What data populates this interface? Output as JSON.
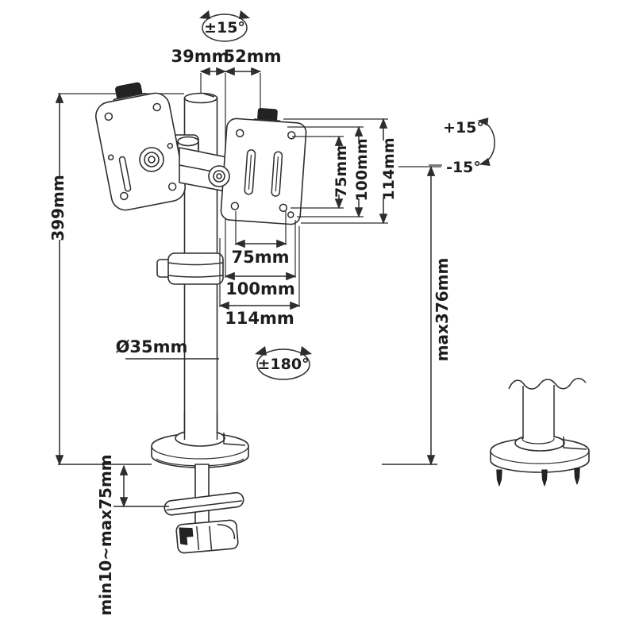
{
  "drawing_title": "desk-monitor-arm-technical-drawing",
  "labels": {
    "top_rotation": "±15°",
    "dim_39": "39mm",
    "dim_52": "52mm",
    "overall_height": "399mm",
    "vesa_vertical_75": "75mm",
    "vesa_vertical_100": "100mm",
    "vesa_vertical_114": "114mm",
    "vesa_horizontal_75": "75mm",
    "vesa_horizontal_100": "100mm",
    "vesa_horizontal_114": "114mm",
    "pole_diameter": "Ø35mm",
    "pole_rotation": "±180°",
    "tilt_up": "+15°",
    "tilt_down": "-15°",
    "max_height": "max376mm",
    "clamp_range": "min10~max75mm"
  },
  "colors": {
    "line": "#2d2d2d",
    "text": "#1d1d1d",
    "background": "#ffffff",
    "knob_fill": "#232323"
  }
}
